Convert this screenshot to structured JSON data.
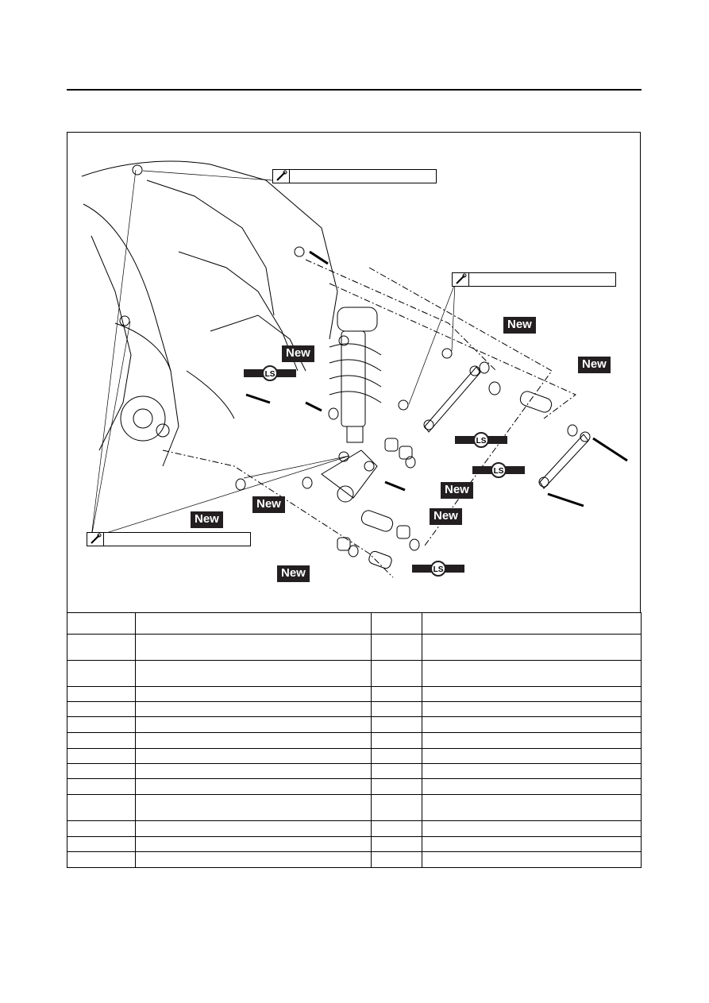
{
  "new_labels": [
    "New",
    "New",
    "New",
    "New",
    "New",
    "New",
    "New",
    "New"
  ],
  "lubricant_labels": [
    "LS",
    "LS",
    "LS",
    "LS"
  ],
  "torque_boxes": [
    {
      "icon": "torque-wrench-icon",
      "value": ""
    },
    {
      "icon": "torque-wrench-icon",
      "value": ""
    },
    {
      "icon": "torque-wrench-icon",
      "value": ""
    }
  ],
  "table_rows": [
    [
      "",
      "",
      "",
      ""
    ],
    [
      "",
      "",
      "",
      ""
    ],
    [
      "",
      "",
      "",
      ""
    ],
    [
      "",
      "",
      "",
      ""
    ],
    [
      "",
      "",
      "",
      ""
    ],
    [
      "",
      "",
      "",
      ""
    ],
    [
      "",
      "",
      "",
      ""
    ],
    [
      "",
      "",
      "",
      ""
    ],
    [
      "",
      "",
      "",
      ""
    ],
    [
      "",
      "",
      "",
      ""
    ],
    [
      "",
      "",
      "",
      ""
    ],
    [
      "",
      "",
      "",
      ""
    ],
    [
      "",
      "",
      "",
      ""
    ],
    [
      "",
      "",
      "",
      ""
    ]
  ],
  "colors": {
    "label_bg": "#231f20",
    "line": "#000000"
  }
}
